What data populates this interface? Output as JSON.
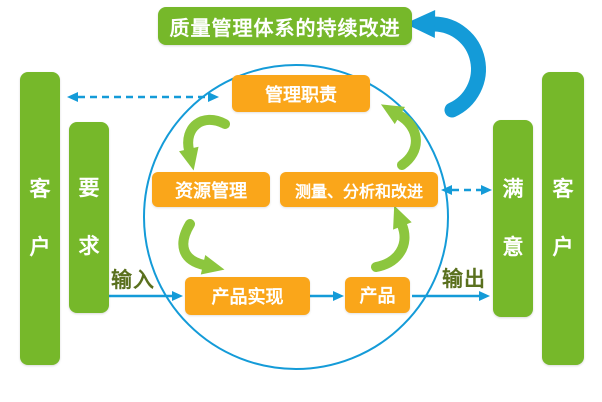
{
  "banner": {
    "label": "质量管理体系的持续改进"
  },
  "bars": {
    "customer_left": {
      "label": "客户"
    },
    "requirements": {
      "label": "要求"
    },
    "satisfaction": {
      "label": "满意"
    },
    "customer_right": {
      "label": "客户"
    }
  },
  "boxes": {
    "management": {
      "label": "管理职责"
    },
    "resources": {
      "label": "资源管理"
    },
    "measurement": {
      "label": "测量、分析和改进"
    },
    "realization": {
      "label": "产品实现"
    },
    "product": {
      "label": "产品"
    }
  },
  "flow_labels": {
    "input": "输入",
    "output": "输出"
  },
  "icons": {
    "feedback_arrow": "big-curved-feedback-arrow",
    "cycle_arrows": [
      "management-to-resources",
      "resources-to-realization",
      "product-to-measurement",
      "measurement-to-management"
    ]
  },
  "colors": {
    "green": "#76b82a",
    "arrow_green": "#8cc63e",
    "orange": "#faa61a",
    "blue": "#149bd8",
    "label_text": "#5a701e",
    "text_on_fill": "#ffffff"
  }
}
